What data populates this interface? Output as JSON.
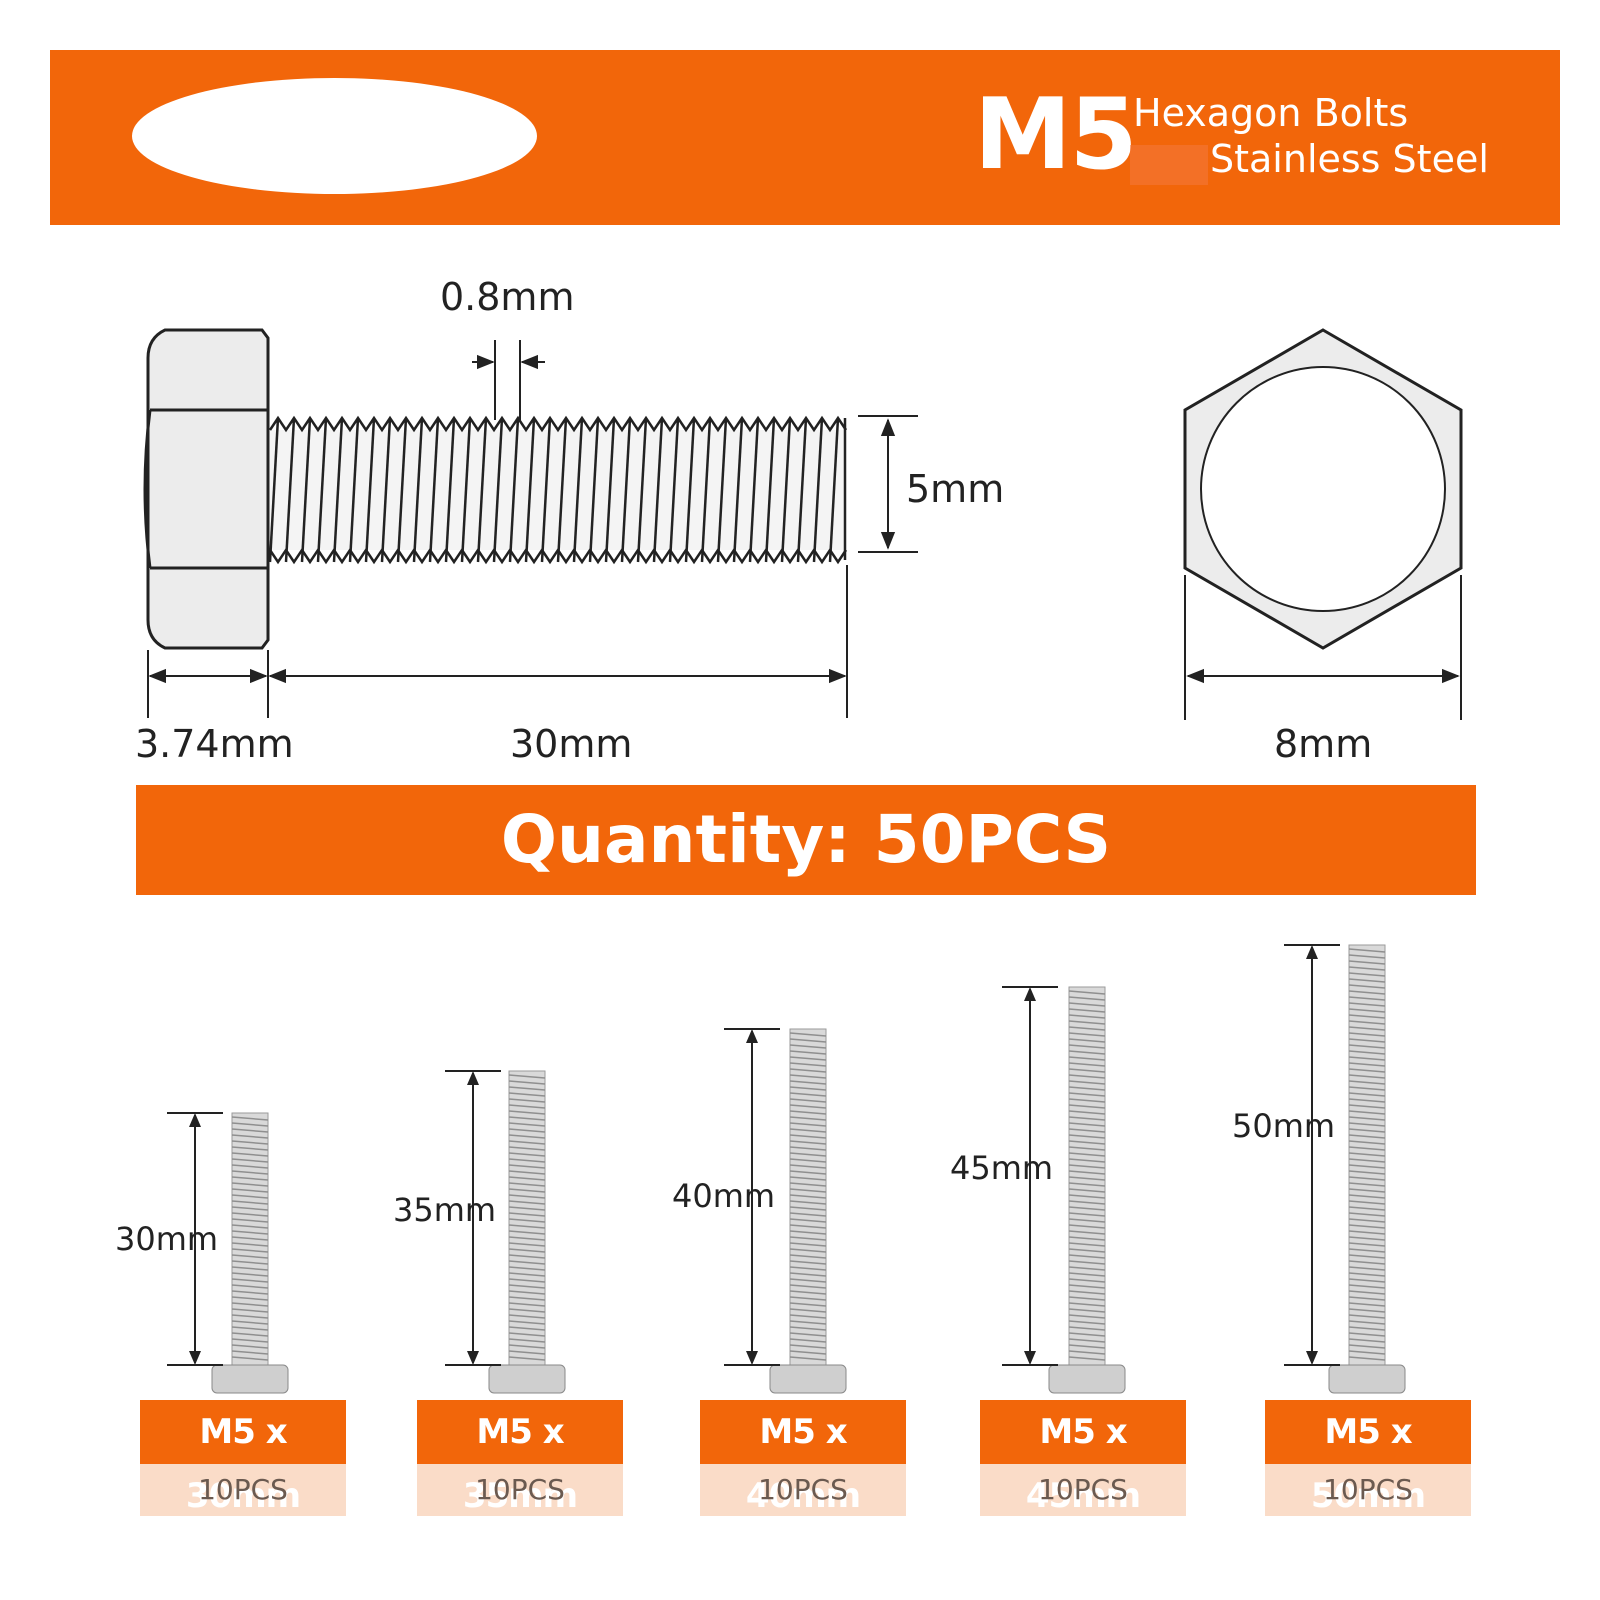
{
  "header": {
    "size": "M5",
    "line1": "Hexagon Bolts",
    "line2": "Stainless Steel"
  },
  "diagram": {
    "pitch": "0.8mm",
    "diameter": "5mm",
    "head_height": "3.74mm",
    "length": "30mm",
    "head_width": "8mm"
  },
  "quantity": "Quantity: 50PCS",
  "bolts": [
    {
      "length": "30mm",
      "label": "M5 x 30mm",
      "count": "10PCS"
    },
    {
      "length": "35mm",
      "label": "M5 x 35mm",
      "count": "10PCS"
    },
    {
      "length": "40mm",
      "label": "M5 x 40mm",
      "count": "10PCS"
    },
    {
      "length": "45mm",
      "label": "M5 x 45mm",
      "count": "10PCS"
    },
    {
      "length": "50mm",
      "label": "M5 x 50mm",
      "count": "10PCS"
    }
  ],
  "colors": {
    "accent": "#F2660A",
    "tag_light": "#FADCC8"
  }
}
